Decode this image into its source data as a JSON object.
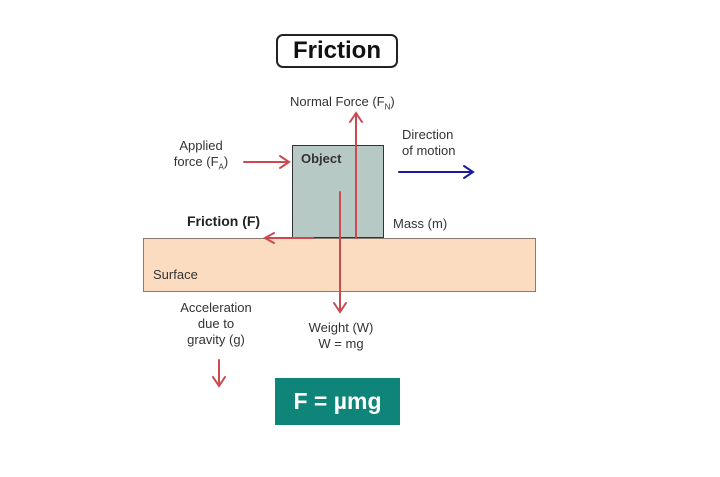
{
  "title": "Friction",
  "labels": {
    "normal_force": "Normal Force (F",
    "normal_force_sub": "N",
    "applied_line1": "Applied",
    "applied_line2": "force (F",
    "applied_sub": "A",
    "object": "Object",
    "direction_line1": "Direction",
    "direction_line2": "of motion",
    "friction": "Friction (F)",
    "mass": "Mass (m)",
    "surface": "Surface",
    "accel_line1": "Acceleration",
    "accel_line2": "due to",
    "accel_line3": "gravity (g)",
    "weight_line1": "Weight (W)",
    "weight_line2": "W = mg"
  },
  "formula": "F = µmg",
  "colors": {
    "force_arrow": "#c94a4f",
    "motion_arrow": "#1a1a9c",
    "formula_bg": "#0f8478",
    "surface": "#fcdcc0",
    "object": "#b7c9c5"
  }
}
